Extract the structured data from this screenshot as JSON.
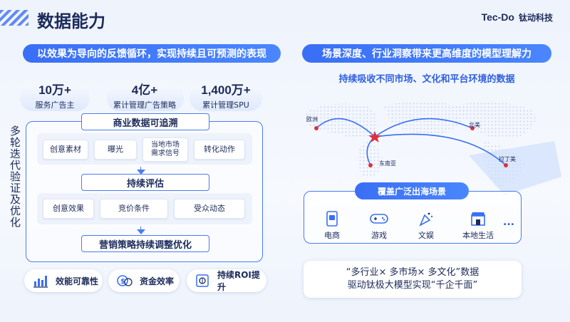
{
  "page": {
    "title": "数据能力"
  },
  "logo": {
    "en": "Tec-Do",
    "cn": "钛动科技"
  },
  "left": {
    "banner": "以效果为导向的反馈循环，实现持续且可预测的表现",
    "stats": [
      {
        "value": "10万+",
        "label": "服务广告主"
      },
      {
        "value": "4亿+",
        "label": "累计管理广告策略"
      },
      {
        "value": "1,400万+",
        "label": "累计管理SPU"
      }
    ],
    "vertical_label": "多轮迭代验证及优化",
    "sections": [
      {
        "title": "商业数据可追溯",
        "chips": [
          "创意素材",
          "曝光",
          "当地市场\n需求信号",
          "转化动作"
        ]
      },
      {
        "title": "持续评估",
        "chips": [
          "创意效果",
          "竞价条件",
          "受众动态"
        ]
      },
      {
        "title": "营销策略持续调整优化"
      }
    ],
    "metrics": [
      {
        "label": "效能可靠性",
        "icon": "chart-icon"
      },
      {
        "label": "资金效率",
        "icon": "coin-icon"
      },
      {
        "label": "持续ROI提升",
        "icon": "growth-icon"
      }
    ]
  },
  "right": {
    "banner": "场景深度、行业洞察带来更高维度的模型理解力",
    "subtitle": "持续吸收不同市场、文化和平台环境的数据",
    "map": {
      "cities": [
        "欧洲",
        "北美",
        "东南亚",
        "拉丁美"
      ]
    },
    "scenes_title": "覆盖广泛出海场景",
    "scenes": [
      {
        "label": "电商",
        "icon": "phone-shop-icon"
      },
      {
        "label": "游戏",
        "icon": "gamepad-icon"
      },
      {
        "label": "文娱",
        "icon": "party-icon"
      },
      {
        "label": "本地生活",
        "icon": "store-icon"
      }
    ],
    "scenes_more": "...",
    "quote_line1": "“多行业× 多市场× 多文化”数据",
    "quote_line2": "驱动钛极大模型实现“千企千面”"
  },
  "colors": {
    "accent": "#3a6ff5",
    "text": "#1c2b5a",
    "highlight": "#2f5fe0",
    "pin": "#e0303a"
  }
}
